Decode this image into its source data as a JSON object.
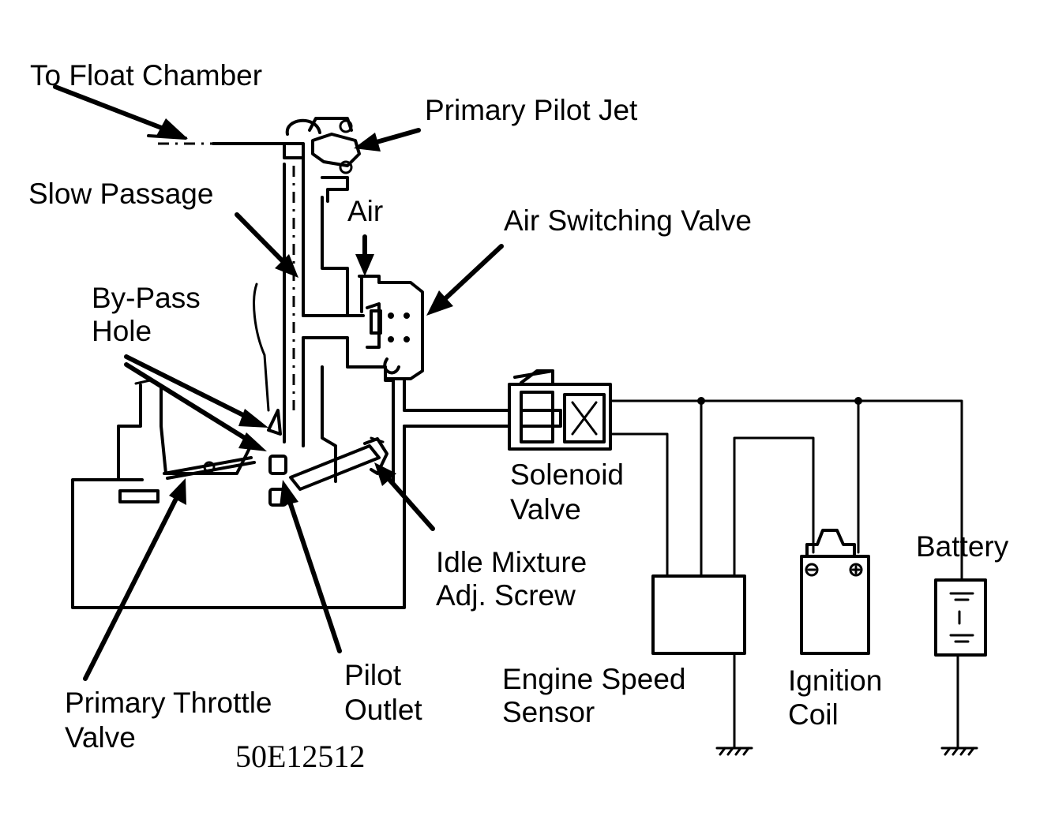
{
  "labels": {
    "to_float_chamber": "To Float Chamber",
    "primary_pilot_jet": "Primary Pilot Jet",
    "slow_passage": "Slow Passage",
    "air": "Air",
    "air_switching_valve": "Air Switching Valve",
    "bypass_hole_1": "By-Pass",
    "bypass_hole_2": "Hole",
    "solenoid_valve_1": "Solenoid",
    "solenoid_valve_2": "Valve",
    "battery": "Battery",
    "idle_mixture_1": "Idle Mixture",
    "idle_mixture_2": "Adj. Screw",
    "pilot_outlet_1": "Pilot",
    "pilot_outlet_2": "Outlet",
    "engine_speed_sensor_1": "Engine Speed",
    "engine_speed_sensor_2": "Sensor",
    "ignition_coil_1": "Ignition",
    "ignition_coil_2": "Coil",
    "primary_throttle_valve_1": "Primary Throttle",
    "primary_throttle_valve_2": "Valve",
    "figure_code": "50E12512"
  }
}
